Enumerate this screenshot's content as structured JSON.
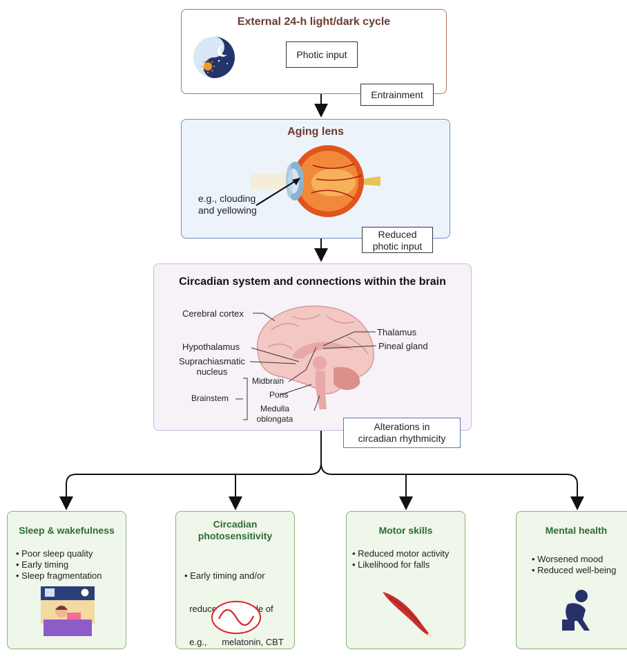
{
  "panels": {
    "top": {
      "title": "External 24-h light/dark cycle",
      "box1": "Photic input",
      "box2": "Entrainment"
    },
    "lens": {
      "title": "Aging lens",
      "annotation_line1": "e.g., clouding",
      "annotation_line2": "and yellowing",
      "box_line1": "Reduced",
      "box_line2": "photic input"
    },
    "brain": {
      "title": "Circadian system and connections within the brain",
      "labels": {
        "cortex": "Cerebral cortex",
        "thalamus": "Thalamus",
        "hypothalamus": "Hypothalamus",
        "pineal": "Pineal gland",
        "scn_line1": "Suprachiasmatic",
        "scn_line2": "nucleus",
        "midbrain": "Midbrain",
        "pons": "Pons",
        "brainstem": "Brainstem",
        "medulla_line1": "Medulla",
        "medulla_line2": "oblongata"
      },
      "box_line1": "Alterations in",
      "box_line2": "circadian rhythmicity"
    }
  },
  "outcomes": [
    {
      "title_line1": "Sleep & wakefulness",
      "title_line2": "",
      "bullets": [
        "• Poor sleep quality",
        "• Early timing",
        "• Sleep fragmentation"
      ]
    },
    {
      "title_line1": "Circadian",
      "title_line2": "photosensitivity",
      "bullets": [
        "• Early timing and/or",
        "  reduced amplitude of",
        "  e.g.,      melatonin, CBT"
      ]
    },
    {
      "title_line1": "Motor skills",
      "title_line2": "",
      "bullets": [
        "• Reduced motor activity",
        "• Likelihood for falls"
      ]
    },
    {
      "title_line1": "Mental health",
      "title_line2": "",
      "bullets": [
        "• Worsened mood",
        "• Reduced well-being"
      ]
    }
  ],
  "icons": [
    "yin-yang-day-night-icon",
    "eye-icon",
    "brain-sagittal-icon",
    "bed-sleep-icon",
    "sine-wave-icon",
    "muscle-icon",
    "sad-person-icon"
  ],
  "colors": {
    "top_border": "#b0735f",
    "lens_border": "#6c8fbf",
    "brain_border": "#cdb8da",
    "outcome_border": "#8bb27a",
    "outcome_title": "#2e6b36",
    "title_brown": "#6b3a2e"
  }
}
